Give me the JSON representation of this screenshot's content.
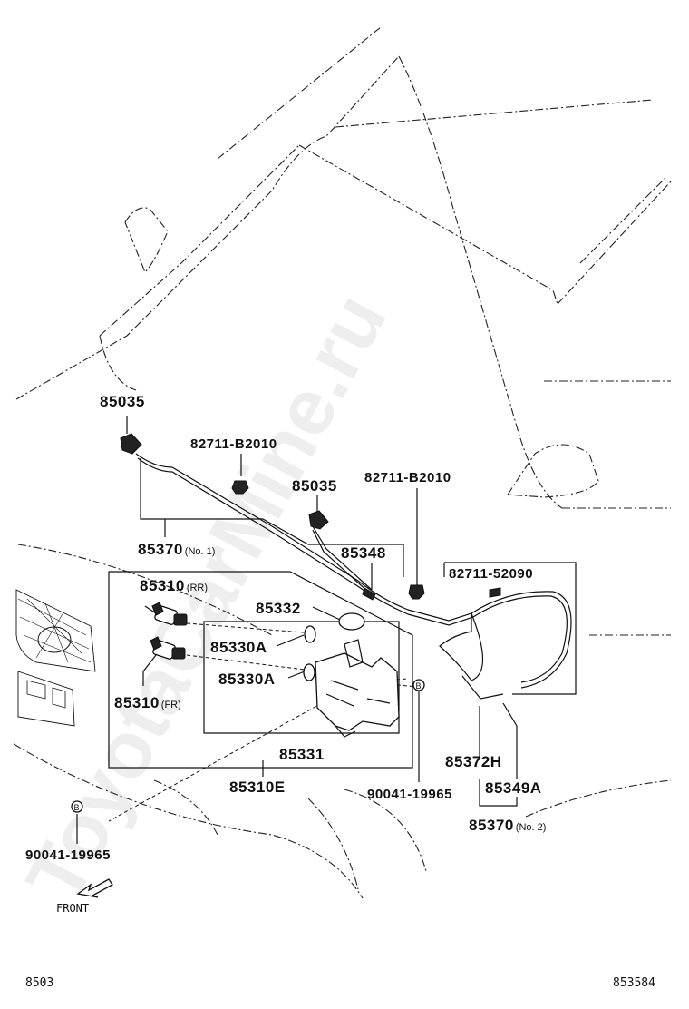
{
  "watermark": "ToyotaCarMine.ru",
  "front_label": "FRONT",
  "page_left": "8503",
  "page_right": "853584",
  "callout_b": "B",
  "parts": {
    "nozzle_top": "85035",
    "nozzle_mid": "85035",
    "clip_top": "82711-B2010",
    "clip_mid": "82711-B2010",
    "clip_right": "82711-52090",
    "hose_no1": "85370",
    "hose_no1_sub": "(No. 1)",
    "joint": "85348",
    "cap": "85332",
    "motor_rr": "85310",
    "motor_rr_sub": "(RR)",
    "grommet_a": "85330A",
    "grommet_b": "85330A",
    "motor_fr": "85310",
    "motor_fr_sub": "(FR)",
    "jar": "85331",
    "jar_assy": "85310E",
    "screw_right": "90041-19965",
    "screw_left": "90041-19965",
    "hose_72h": "85372H",
    "hose_49a": "85349A",
    "hose_no2": "85370",
    "hose_no2_sub": "(No. 2)"
  }
}
